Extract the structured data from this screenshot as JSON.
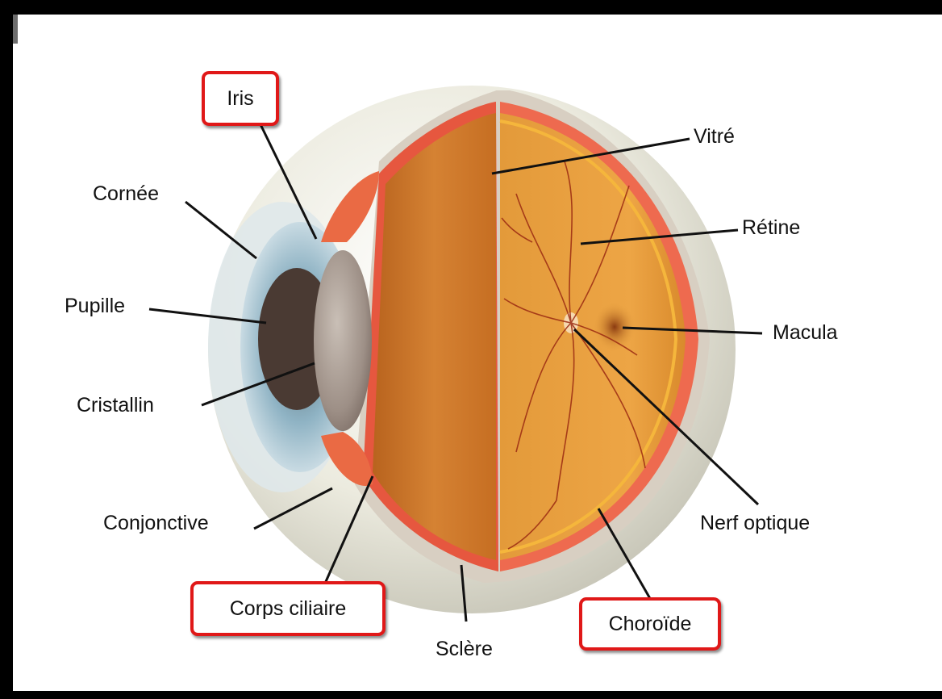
{
  "labels": {
    "iris": "Iris",
    "cornee": "Cornée",
    "pupille": "Pupille",
    "cristallin": "Cristallin",
    "conjonctive": "Conjonctive",
    "corps_ciliaire": "Corps ciliaire",
    "sclere": "Sclère",
    "choroide": "Choroïde",
    "nerf_optique": "Nerf optique",
    "macula": "Macula",
    "retine": "Rétine",
    "vitre": "Vitré"
  },
  "highlighted": [
    "Iris",
    "Corps ciliaire",
    "Choroïde"
  ],
  "colors": {
    "highlight_border": "#e01818",
    "sclera": "#ece9dc",
    "iris": "#8fb3c4",
    "vitreous": "#d97a22",
    "retina_vessel": "#9b2a12",
    "ciliary_body": "#ea6a44"
  }
}
